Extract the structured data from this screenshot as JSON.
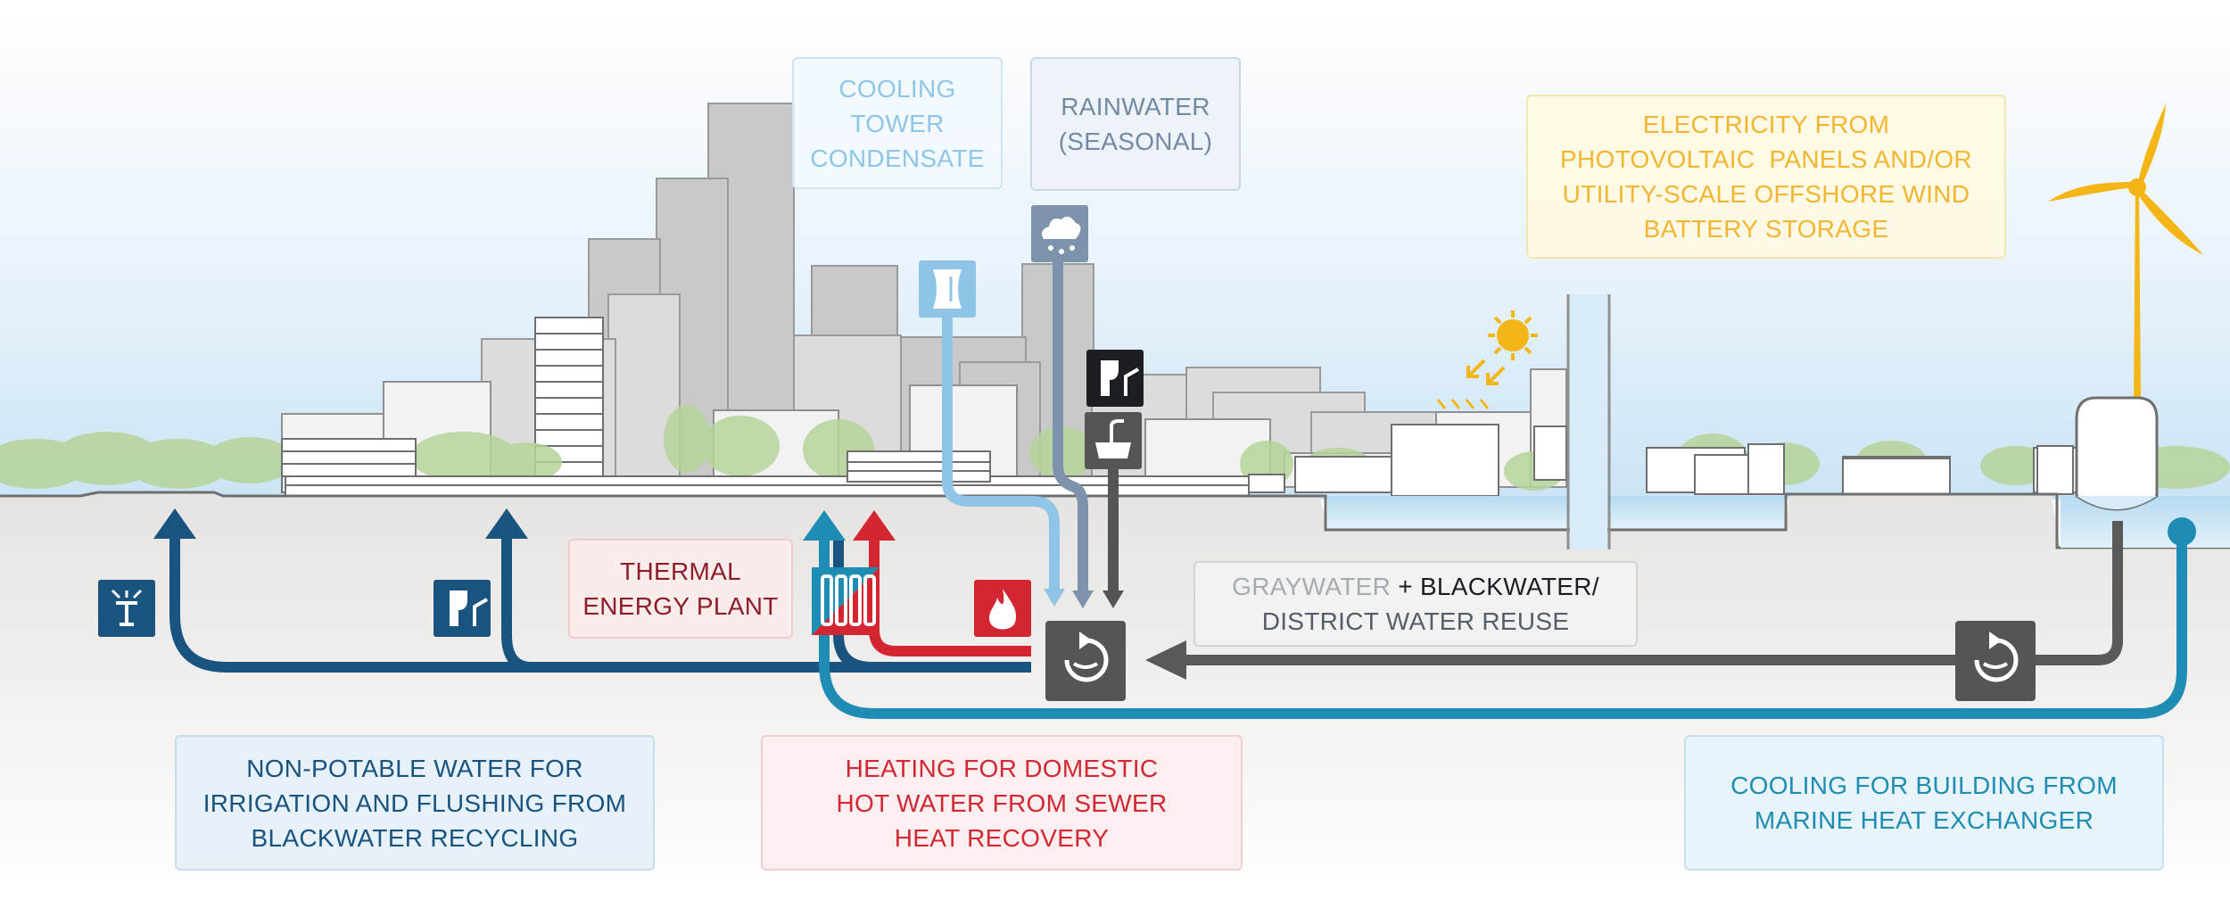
{
  "labels": {
    "cooling_tower": [
      "COOLING",
      "TOWER",
      "CONDENSATE"
    ],
    "rainwater": [
      "RAINWATER",
      "(SEASONAL)"
    ],
    "electricity": [
      "ELECTRICITY FROM",
      "PHOTOVOLTAIC  PANELS AND/OR",
      "UTILITY-SCALE OFFSHORE WIND",
      "BATTERY STORAGE"
    ],
    "thermal_plant": [
      "THERMAL",
      "ENERGY PLANT"
    ],
    "graywater": {
      "gray": "GRAYWATER",
      "plus": " + ",
      "black": "BLACKWATER/",
      "line2": "DISTRICT WATER REUSE"
    },
    "non_potable": [
      "NON-POTABLE WATER FOR",
      "IRRIGATION AND FLUSHING FROM",
      "BLACKWATER RECYCLING"
    ],
    "heating": [
      "HEATING FOR DOMESTIC",
      "HOT WATER FROM SEWER",
      "HEAT RECOVERY"
    ],
    "cooling": [
      "COOLING FOR BUILDING FROM",
      "MARINE HEAT EXCHANGER"
    ]
  },
  "colors": {
    "sky_top": "#ffffff",
    "sky_bottom": "#cfe6f7",
    "ground": "#ece9e6",
    "water": "#b9dcf1",
    "building_dark": "#c4c4c4",
    "building_mid": "#d6d6d6",
    "building_light": "#eeeeee",
    "outline": "#6b6b6b",
    "non_potable_blue": "#19537f",
    "heating_red": "#d42631",
    "cooling_blue": "#1f8db3",
    "condensate_blue": "#8fc6e8",
    "rain_slate": "#7d92ab",
    "graywater_gray": "#595959",
    "solar_yellow": "#f4b616"
  },
  "icons": [
    "sprinkler-icon",
    "toilet-flush-icon",
    "radiator-icon",
    "flame-icon",
    "recycle-icon",
    "cooling-tower-icon",
    "rain-cloud-icon",
    "sink-icon",
    "sun-icon",
    "wind-turbine-icon",
    "heat-exchanger-tank-icon"
  ]
}
